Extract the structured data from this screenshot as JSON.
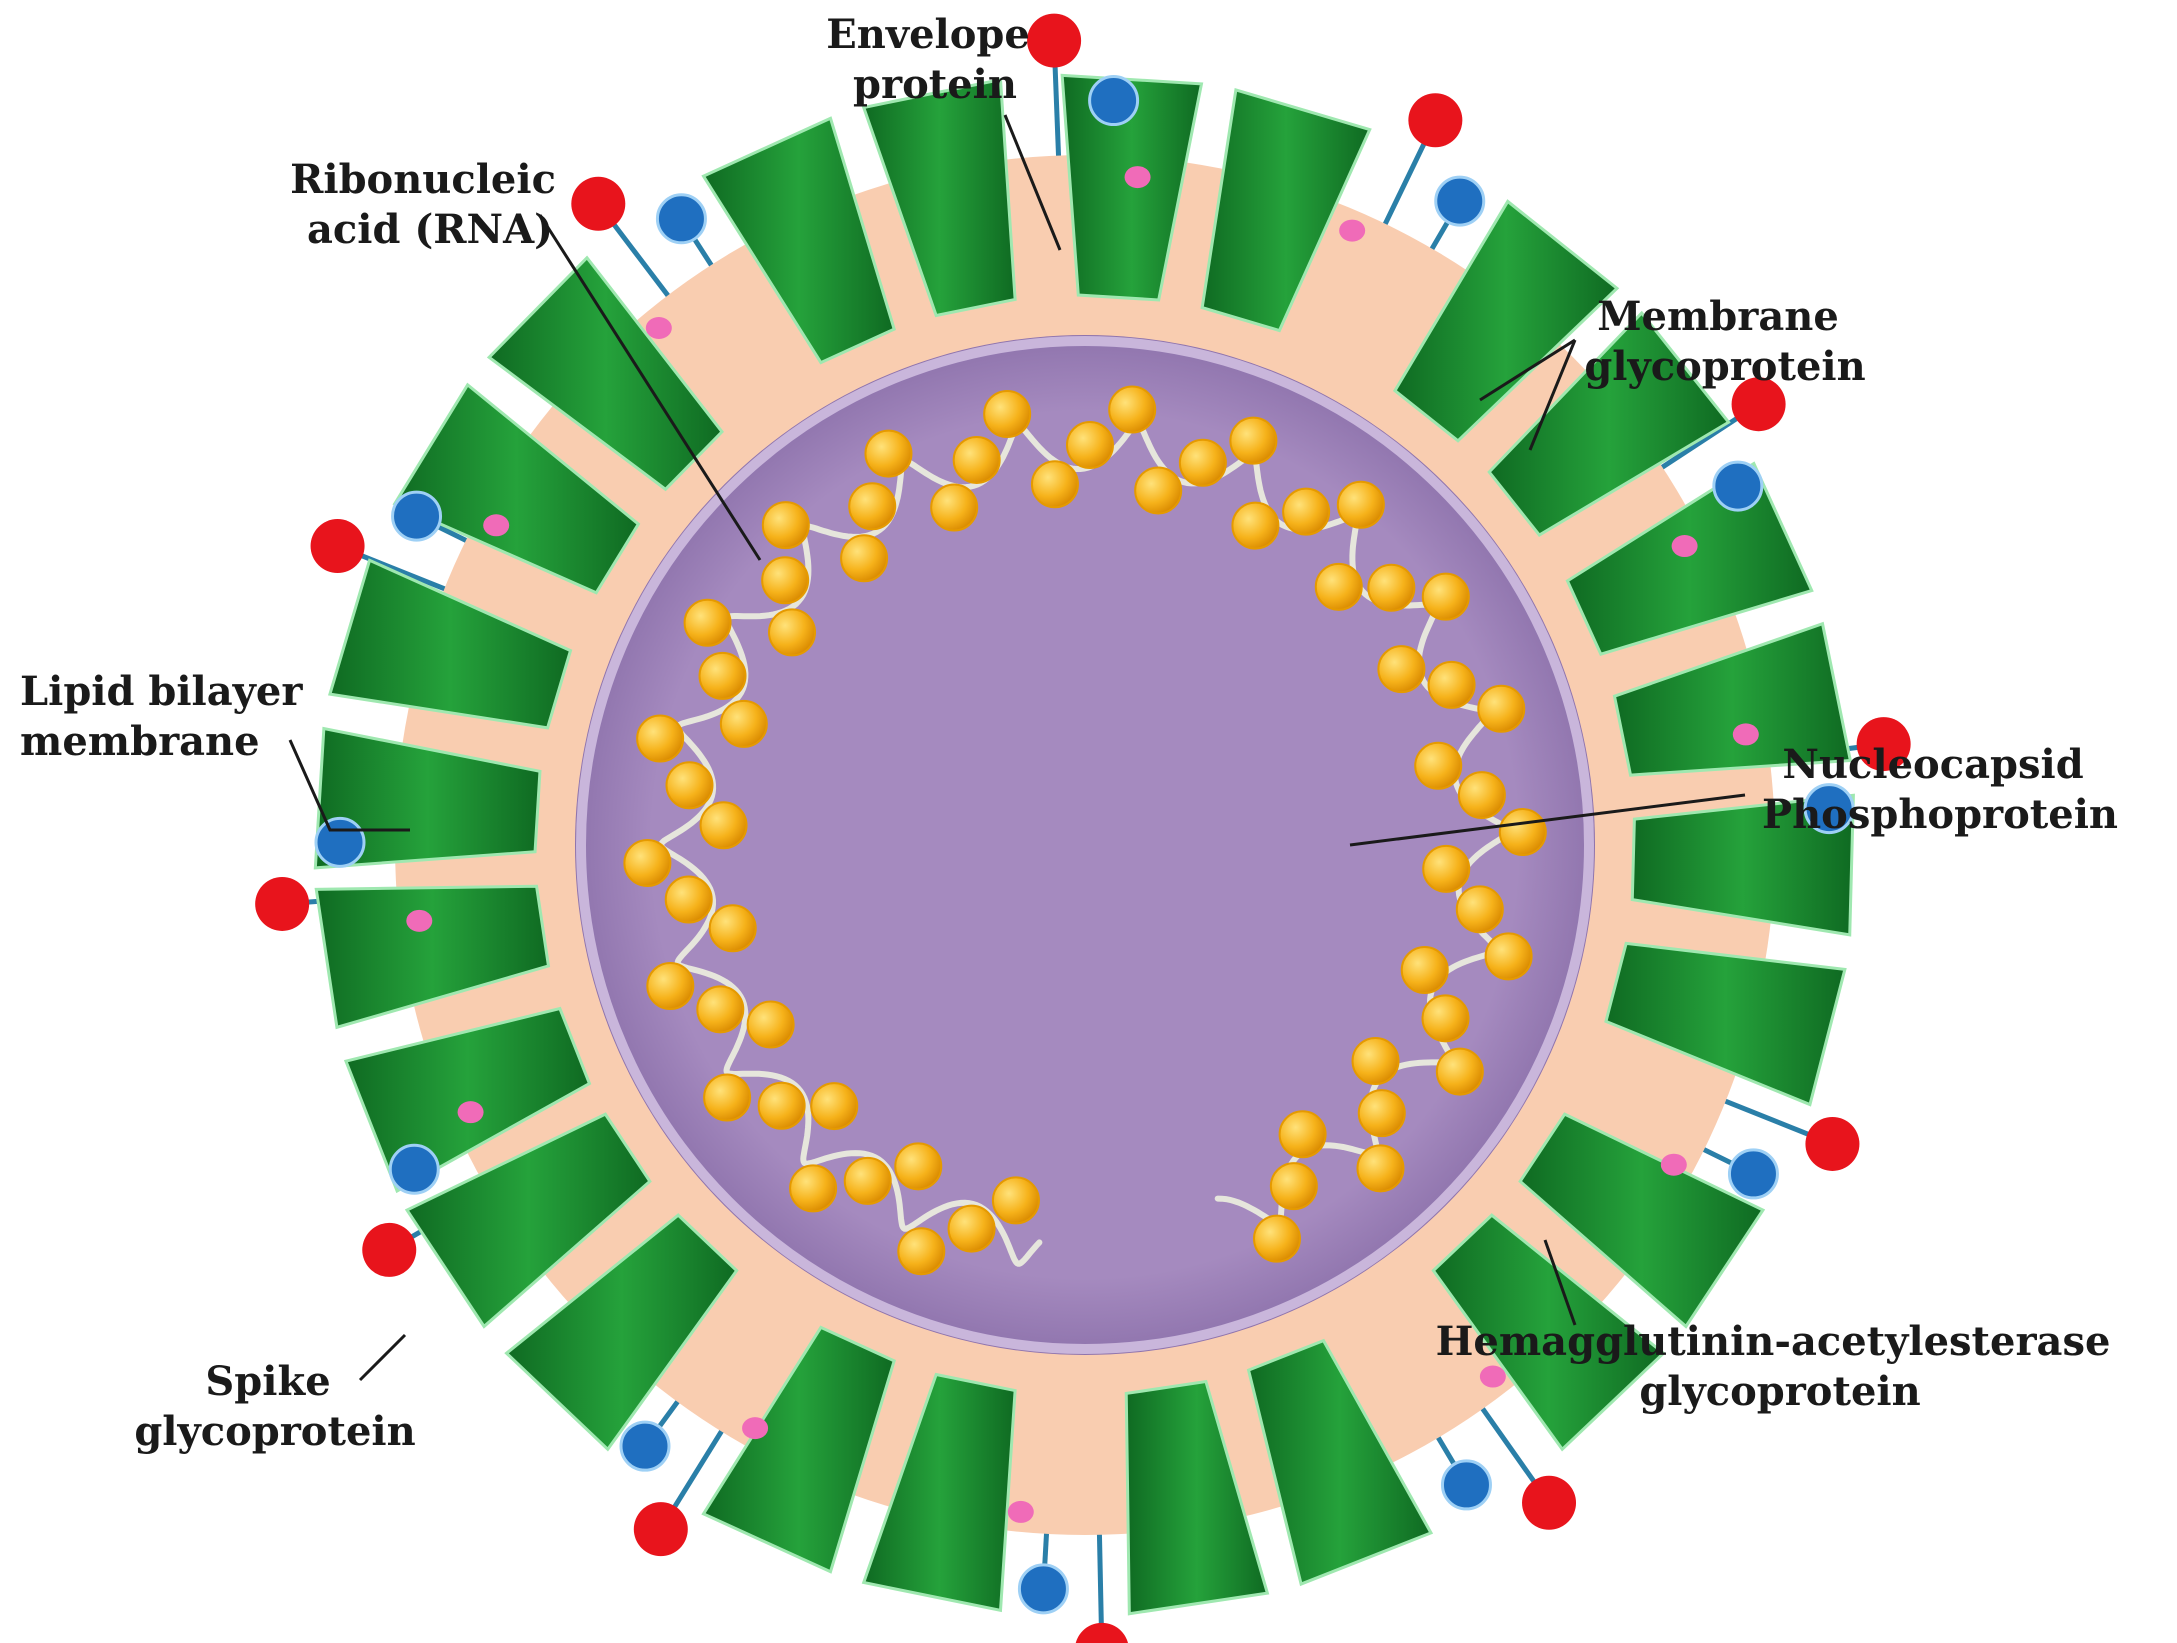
{
  "labels": {
    "envelope_protein": [
      "Envelope",
      "protein"
    ],
    "rna": [
      "Ribonucleic",
      "acid (RNA)"
    ],
    "membrane_glycoprotein": [
      "Membrane",
      "glycoprotein"
    ],
    "lipid_bilayer": [
      "Lipid bilayer",
      "membrane"
    ],
    "nucleocapsid": [
      "Nucleocapsid",
      "Phosphoprotein"
    ],
    "hemagglutinin": [
      "Hemagglutinin-acetylesterase",
      "glycoprotein"
    ],
    "spike": [
      "Spike",
      "glycoprotein"
    ]
  },
  "colors": {
    "spike_head": "#e8141c",
    "hemagglutinin_head": "#1f6fc0",
    "envelope_head": "#f06bb8",
    "membrane_glycoprotein": "#1e8a2e",
    "lipid_bilayer": "#f9cdb0",
    "core": "#a58abf",
    "nucleocapsid": "#f6b21a",
    "rna_strand": "#e6e6dc",
    "stem": "#2a7fa8"
  }
}
